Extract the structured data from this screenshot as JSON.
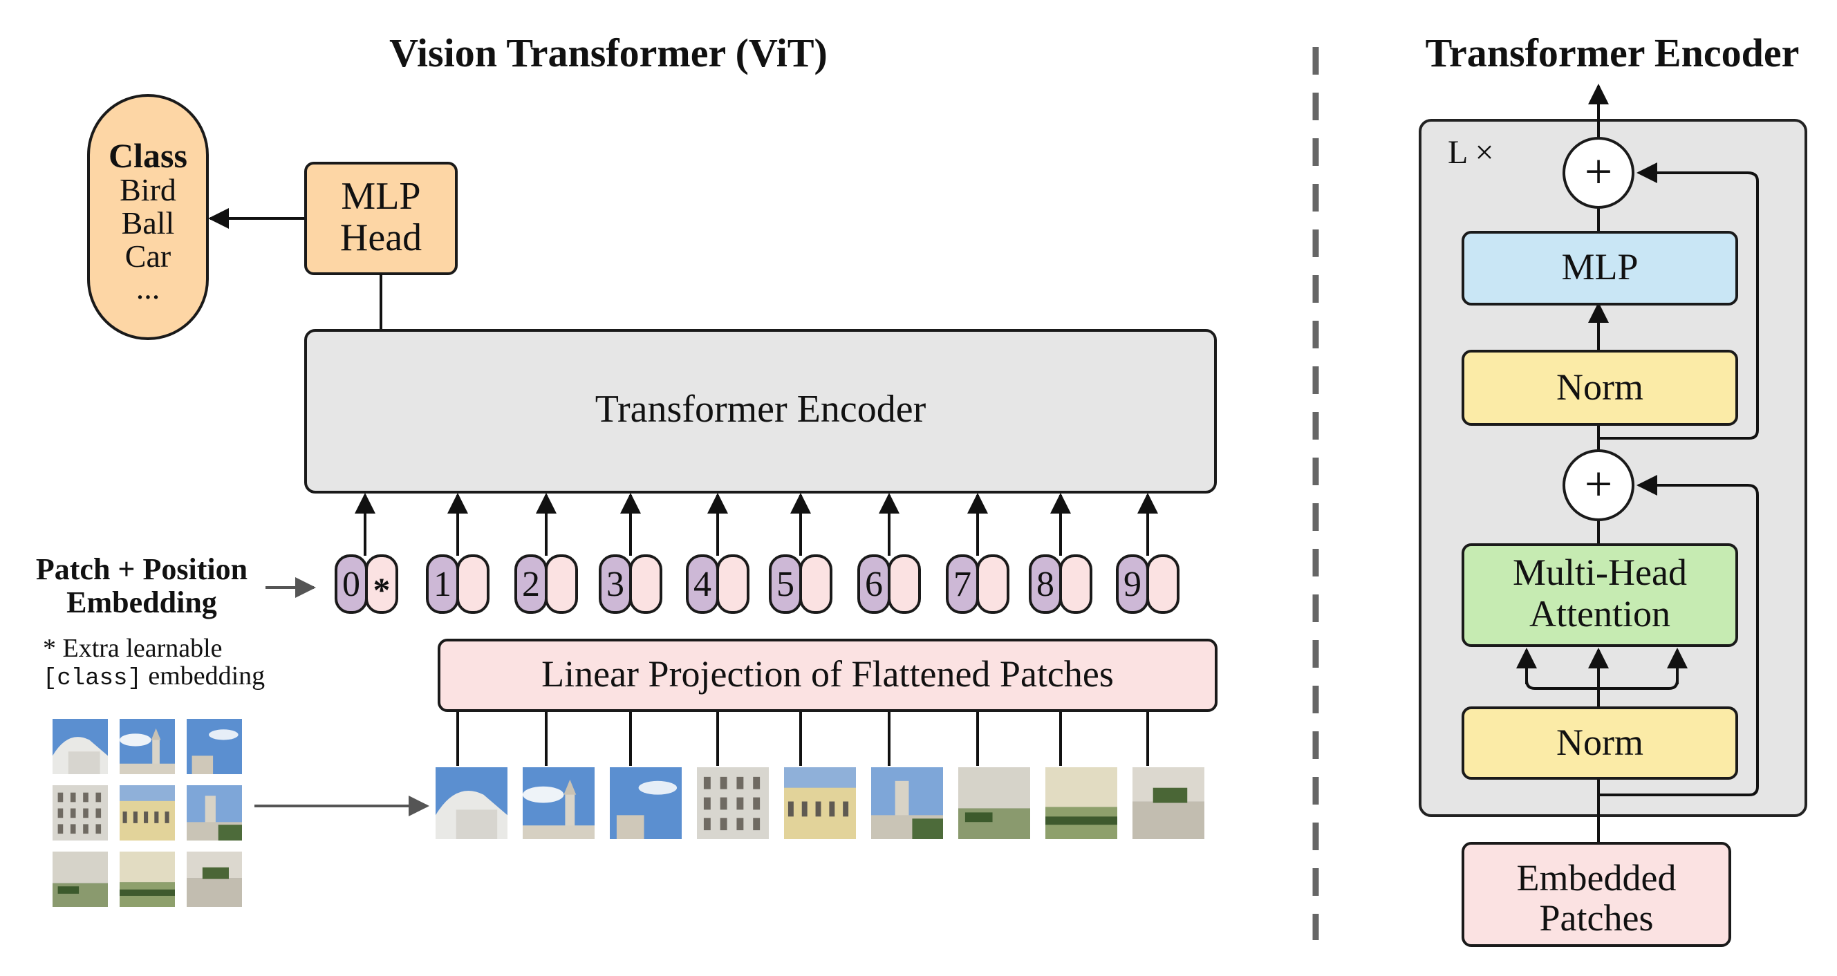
{
  "left_title": "Vision Transformer (ViT)",
  "right_title": "Transformer Encoder",
  "class_box": {
    "heading": "Class",
    "items": [
      "Bird",
      "Ball",
      "Car",
      "..."
    ]
  },
  "mlp_head": {
    "line1": "MLP",
    "line2": "Head"
  },
  "encoder_label": "Transformer Encoder",
  "embedding_label": {
    "line1": "Patch + Position",
    "line2": "Embedding"
  },
  "extra_note": {
    "line1": "* Extra learnable",
    "code": "[class]",
    "rest": " embedding"
  },
  "tokens": [
    "0",
    "1",
    "2",
    "3",
    "4",
    "5",
    "6",
    "7",
    "8",
    "9"
  ],
  "class_token_mark": "*",
  "projection_label": "Linear Projection of Flattened Patches",
  "encoder_detail": {
    "repeat": "L ×",
    "plus": "+",
    "mlp": "MLP",
    "norm": "Norm",
    "attention": {
      "line1": "Multi-Head",
      "line2": "Attention"
    },
    "embedded": {
      "line1": "Embedded",
      "line2": "Patches"
    }
  },
  "colors": {
    "orange": "#fdd6a5",
    "gray": "#e6e6e6",
    "pink": "#fbe2e2",
    "purple": "#cdb8d6",
    "blue": "#c9e6f5",
    "yellow": "#fbeba7",
    "green": "#c6ebb2",
    "panel": "#e5e5e5",
    "sky": "#5b8fd0"
  }
}
